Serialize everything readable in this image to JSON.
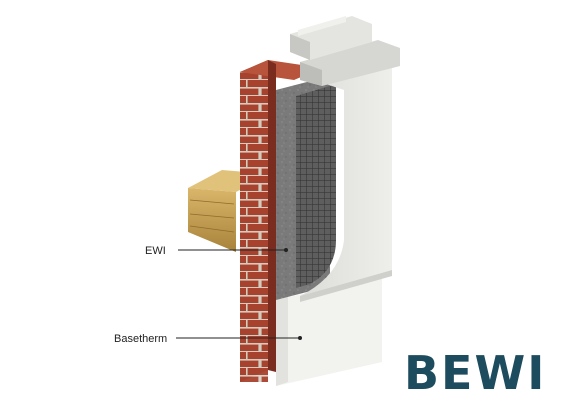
{
  "callouts": {
    "ewi": "EWI",
    "basetherm": "Basetherm"
  },
  "logo": {
    "text": "BEWI"
  },
  "colors": {
    "brick": "#a8432e",
    "mortar": "#d9d2c6",
    "render": "#e6e6e3",
    "insulation": "#6d6d6d",
    "mesh": "#4a4a4a",
    "timber": "#c9a55a",
    "coping": "#d6d6d2",
    "basetherm": "#f2f2ef",
    "logo": "#1d4c5f",
    "leader": "#222222"
  }
}
